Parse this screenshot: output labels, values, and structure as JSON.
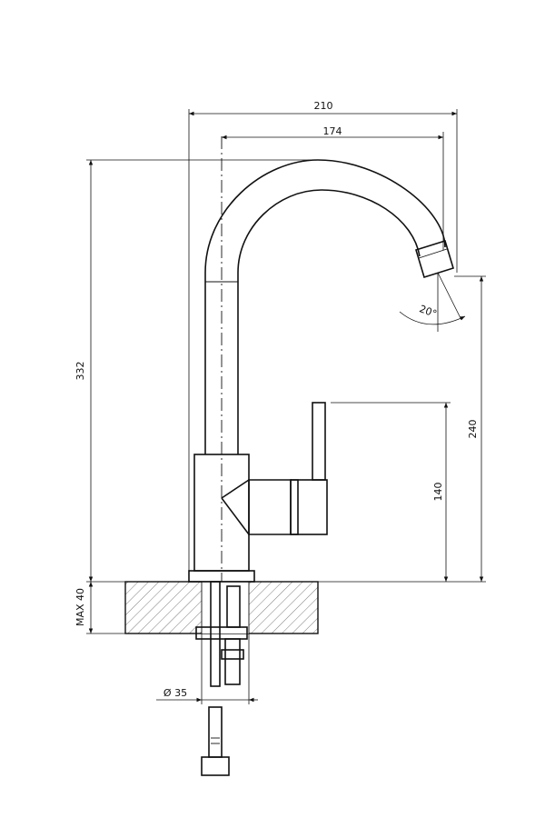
{
  "dimensions": {
    "overall_reach": "210",
    "spout_reach": "174",
    "total_height": "332",
    "spout_outlet_height": "240",
    "handle_height": "140",
    "max_deck_thickness": "MAX 40",
    "hole_diameter": "Ø 35",
    "swivel_angle": "20°"
  }
}
